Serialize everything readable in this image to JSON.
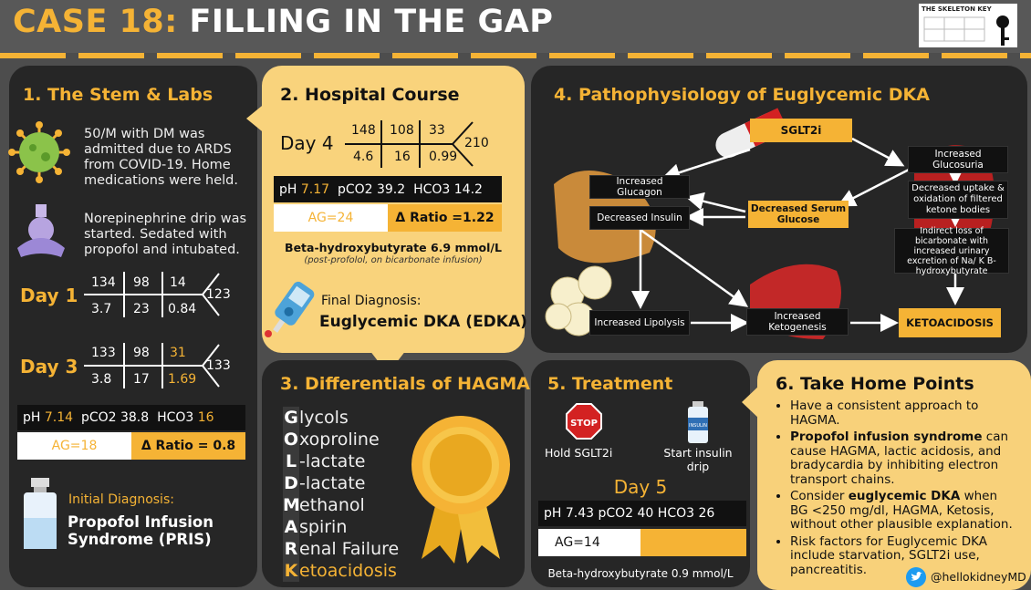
{
  "header": {
    "case": "CASE 18:",
    "title": "FILLING IN THE GAP",
    "logo_title": "THE SKELETON KEY"
  },
  "s1": {
    "heading": "1. The Stem & Labs",
    "stem1": "50/M with DM was admitted due to ARDS from COVID-19. Home medications were held.",
    "stem2": "Norepinephrine drip was started. Sedated with propofol and intubated.",
    "day1": {
      "label": "Day 1",
      "na": "134",
      "cl": "98",
      "bun": "14",
      "k": "3.7",
      "hco3": "23",
      "cr": "0.84",
      "glu": "123"
    },
    "day3": {
      "label": "Day 3",
      "na": "133",
      "cl": "98",
      "bun": "31",
      "k": "3.8",
      "hco3": "17",
      "cr": "1.69",
      "glu": "133"
    },
    "bg": {
      "ph_label": "pH",
      "ph": "7.14",
      "pco2": "pCO2 38.8",
      "hco3_label": "HCO3",
      "hco3": "16"
    },
    "ag": "AG=18",
    "ratio": "Δ Ratio = 0.8",
    "dx_label": "Initial Diagnosis:",
    "dx": "Propofol Infusion Syndrome (PRIS)"
  },
  "s2": {
    "heading": "2. Hospital Course",
    "day4": {
      "label": "Day 4",
      "na": "148",
      "cl": "108",
      "bun": "33",
      "k": "4.6",
      "hco3": "16",
      "cr": "0.99",
      "glu": "210"
    },
    "bg": {
      "ph_label": "pH",
      "ph": "7.17",
      "pco2": "pCO2 39.2",
      "hco3": "HCO3 14.2"
    },
    "ag": "AG=24",
    "ratio": "Δ Ratio =1.22",
    "bhb": "Beta-hydroxybutyrate 6.9 mmol/L",
    "bhb_note": "(post-profolol, on bicarbonate infusion)",
    "dx_label": "Final Diagnosis:",
    "dx": "Euglycemic DKA (EDKA)"
  },
  "s3": {
    "heading": "3. Differentials of HAGMA",
    "items": [
      {
        "l": "G",
        "r": "lycols"
      },
      {
        "l": "O",
        "r": "xoproline"
      },
      {
        "l": "L",
        "r": "-lactate"
      },
      {
        "l": "D",
        "r": "-lactate"
      },
      {
        "l": "M",
        "r": "ethanol"
      },
      {
        "l": "A",
        "r": "spirin"
      },
      {
        "l": "R",
        "r": "enal Failure"
      },
      {
        "l": "K",
        "r": "etoacidosis"
      }
    ]
  },
  "s4": {
    "heading": "4. Pathophysiology of Euglycemic DKA",
    "sglt2i": "SGLT2i",
    "glucagon": "Increased Glucagon",
    "insulin": "Decreased Insulin",
    "serum": "Decreased Serum Glucose",
    "glucosuria": "Increased Glucosuria",
    "uptake": "Decreased uptake & oxidation of filtered ketone bodies",
    "bicarb": "Indirect loss of bicarbonate with increased urinary excretion of Na/ K B-hydroxybutyrate",
    "lipolysis": "Increased Lipolysis",
    "ketogenesis": "Increased Ketogenesis",
    "keto": "KETOACIDOSIS"
  },
  "s5": {
    "heading": "5. Treatment",
    "stop": "STOP",
    "hold": "Hold SGLT2i",
    "start": "Start insulin drip",
    "insulin_label": "INSULIN",
    "day5": "Day 5",
    "bg": "pH 7.43  pCO2 40 HCO3 26",
    "ag": "AG=14",
    "bhb": "Beta-hydroxybutyrate 0.9 mmol/L"
  },
  "s6": {
    "heading": "6. Take Home Points",
    "p1": "Have a consistent approach to HAGMA.",
    "p2b": "Propofol infusion syndrome",
    "p2": " can cause HAGMA, lactic acidosis, and bradycardia by inhibiting electron transport chains.",
    "p3a": "Consider ",
    "p3b": "euglycemic DKA",
    "p3": " when BG <250 mg/dl, HAGMA, Ketosis, without other plausible explanation.",
    "p4": "Risk factors for Euglycemic DKA include starvation, SGLT2i use, pancreatitis.",
    "handle": "@hellokidneyMD"
  },
  "colors": {
    "accent": "#f5b335",
    "dark": "#262626",
    "gold": "#f9d37c"
  }
}
